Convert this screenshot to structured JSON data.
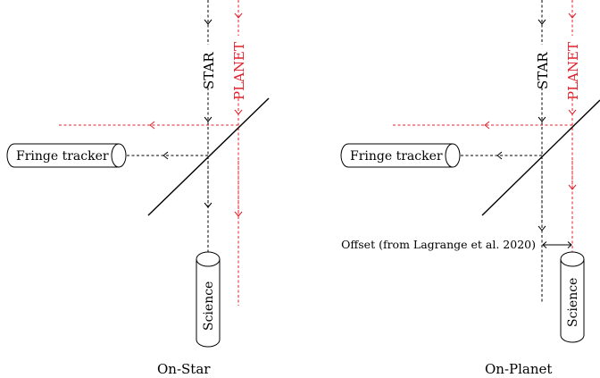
{
  "colors": {
    "star_beam": "#000000",
    "planet_beam": "#e0202a",
    "outline": "#000000"
  },
  "labels": {
    "star": "STAR",
    "planet": "PLANET",
    "fringe_tracker": "Fringe tracker",
    "science": "Science",
    "offset": "Offset (from Lagrange et al. 2020)"
  },
  "panels": [
    {
      "caption": "On-Star"
    },
    {
      "caption": "On-Planet"
    }
  ],
  "icons": {
    "arrow_head": "chevron-arrow-icon",
    "double_arrow": "double-headed-arrow-icon"
  }
}
